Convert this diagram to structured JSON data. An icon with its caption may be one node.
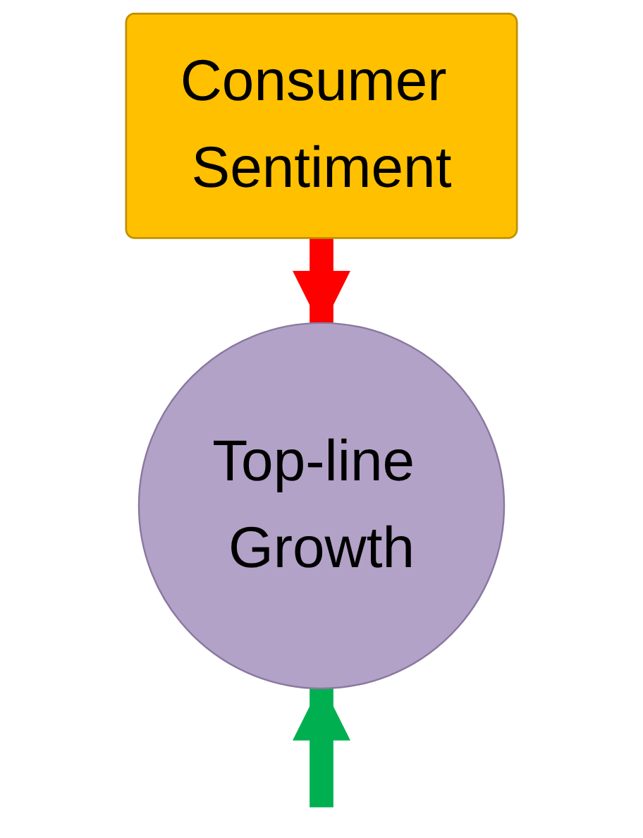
{
  "diagram": {
    "nodes": [
      {
        "text": [
          "Consumer Sentiment"
        ]
      },
      {
        "text": [
          "Top-line Growth"
        ]
      }
    ],
    "edges": [
      {
        "from": 0,
        "to": 1,
        "arrow": "to",
        "color": "#ff0000"
      },
      {
        "from": null,
        "to": 1,
        "arrow": "to",
        "color": "#00b050"
      }
    ]
  }
}
